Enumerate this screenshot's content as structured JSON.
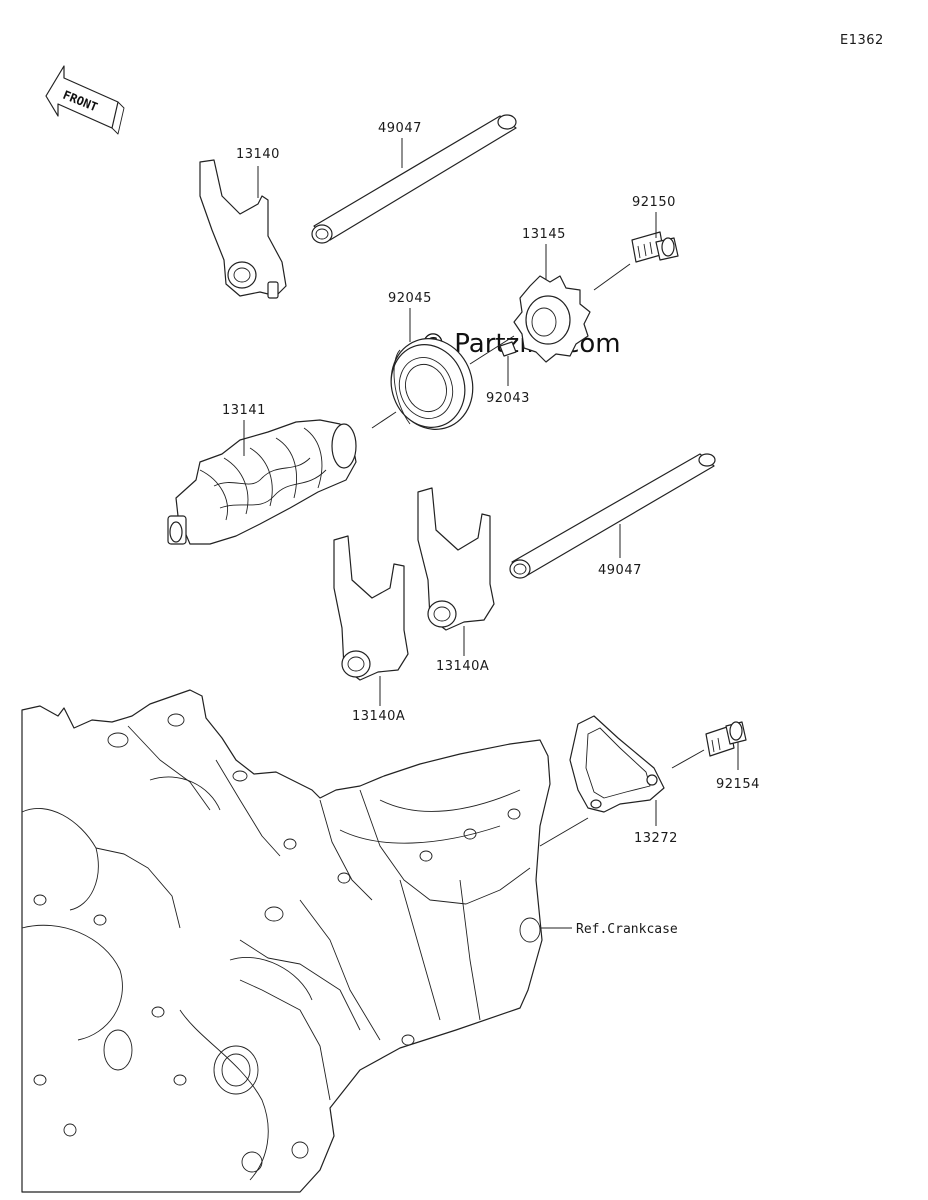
{
  "diagram": {
    "code": "E1362",
    "front_label": "FRONT",
    "watermark": "© Partzilla.com",
    "ref_label": "Ref.Crankcase",
    "parts": [
      {
        "id": "shift-fork-top",
        "number": "13140"
      },
      {
        "id": "shaft-top",
        "number": "49047"
      },
      {
        "id": "bolt-top",
        "number": "92150"
      },
      {
        "id": "star-gear",
        "number": "13145"
      },
      {
        "id": "bearing",
        "number": "92045"
      },
      {
        "id": "pin",
        "number": "92043"
      },
      {
        "id": "shift-drum",
        "number": "13141"
      },
      {
        "id": "shaft-bottom",
        "number": "49047"
      },
      {
        "id": "shift-fork-right",
        "number": "13140A"
      },
      {
        "id": "shift-fork-left",
        "number": "13140A"
      },
      {
        "id": "bolt-bottom",
        "number": "92154"
      },
      {
        "id": "plate",
        "number": "13272"
      }
    ]
  }
}
